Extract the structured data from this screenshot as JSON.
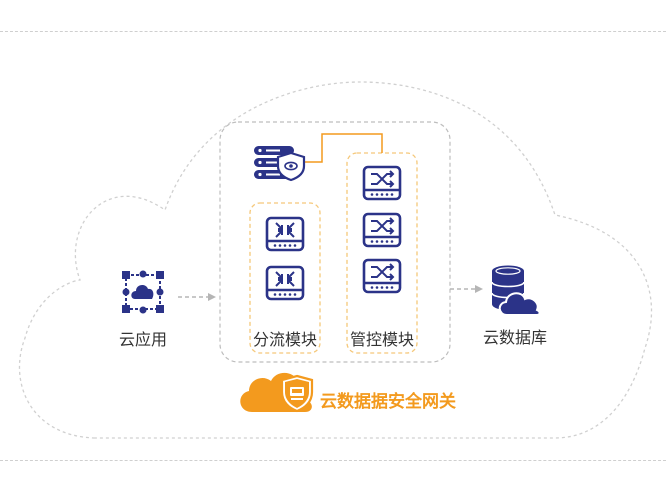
{
  "labels": {
    "cloud_app": "云应用",
    "split_module": "分流模块",
    "control_module": "管控模块",
    "cloud_database": "云数据库",
    "gateway": "云数据据安全网关"
  },
  "colors": {
    "navy": "#2b3388",
    "orange": "#f39a1e",
    "orange_light": "#f5c87a",
    "outline": "#d0d0d0",
    "arrow": "#b5b5b5",
    "text": "#333333"
  },
  "icons": {
    "cloud_app": "cloud-network-icon",
    "server": "server-shield-icon",
    "split": "split-device-icon",
    "control": "switch-device-icon",
    "database": "database-cloud-icon",
    "gateway": "cloud-shield-logo-icon"
  }
}
